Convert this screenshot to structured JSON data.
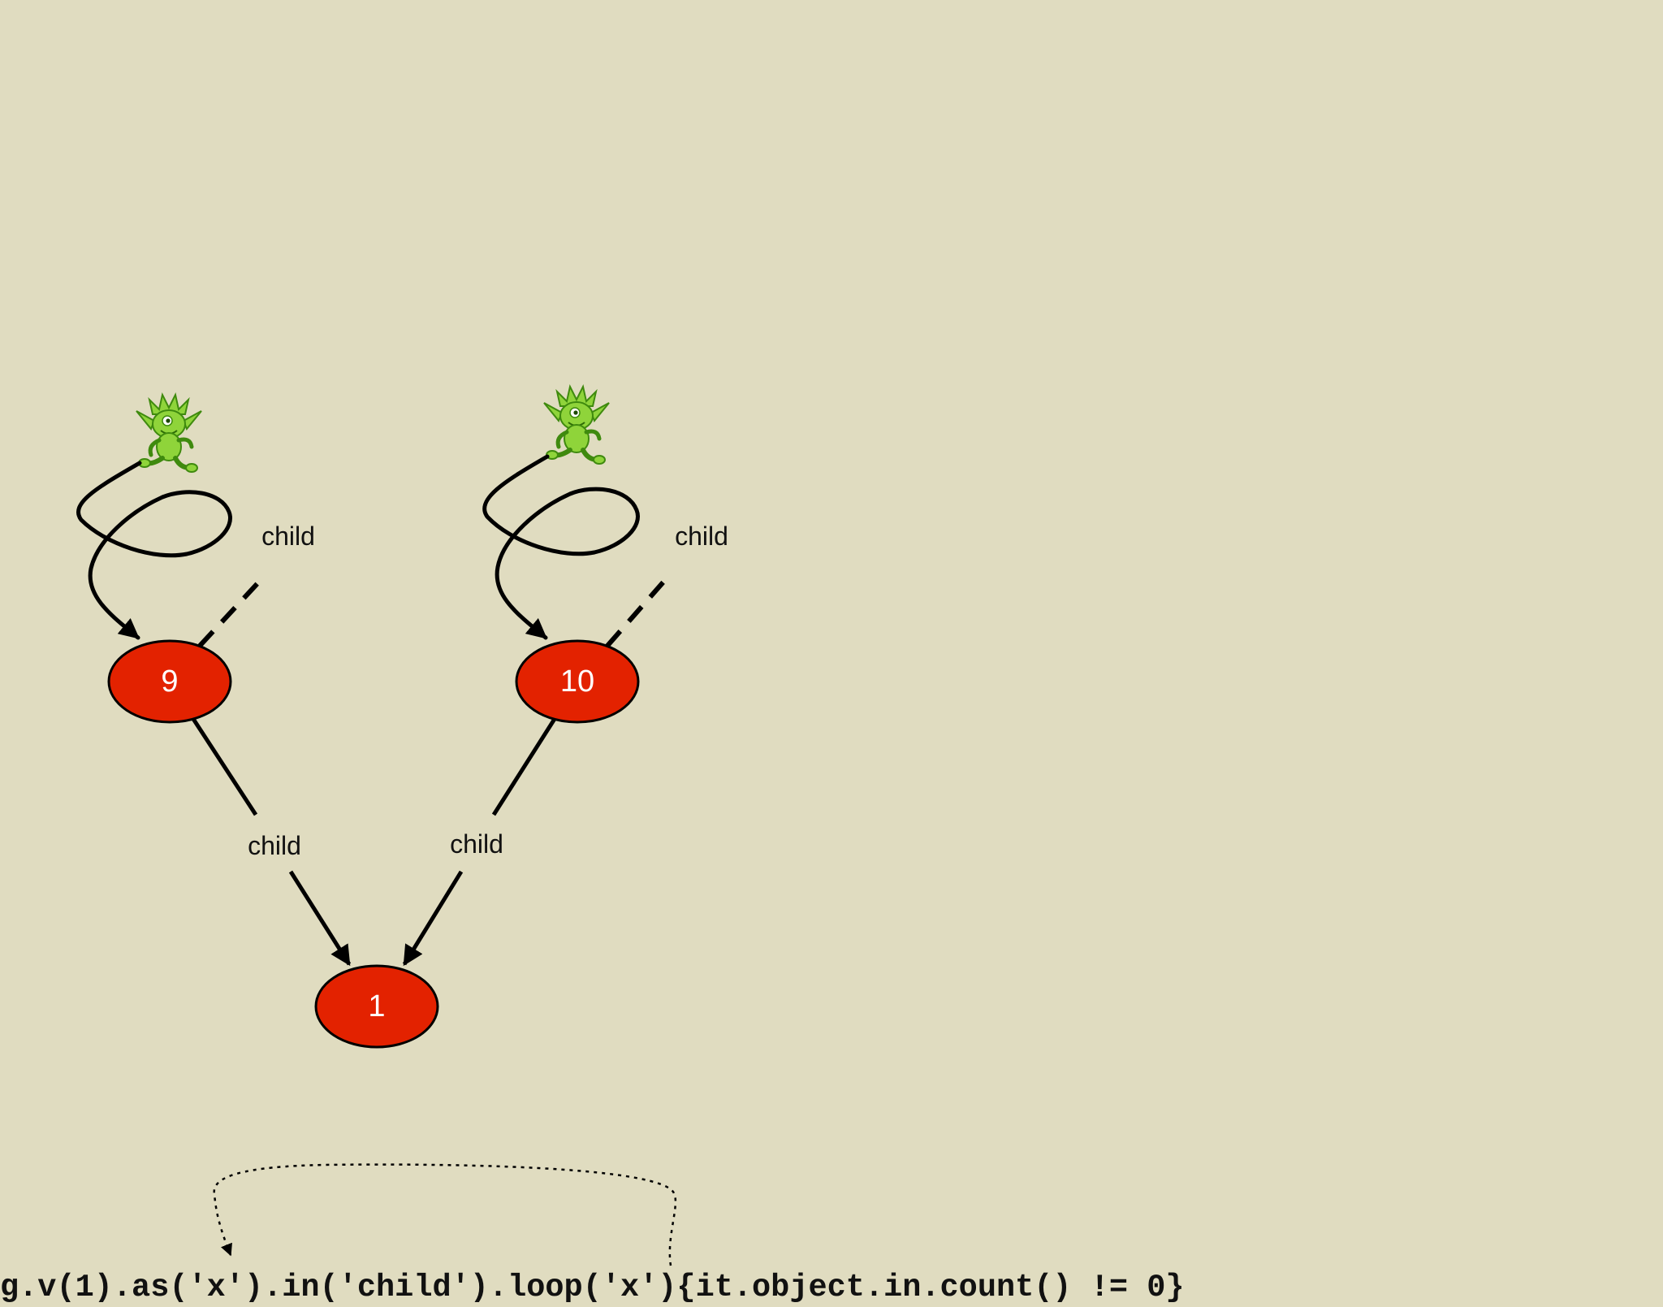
{
  "nodes": {
    "node_9": "9",
    "node_10": "10",
    "node_1": "1"
  },
  "edges": {
    "loop_9_label": "child",
    "loop_10_label": "child",
    "edge_9_to_1_label": "child",
    "edge_10_to_1_label": "child"
  },
  "query": "g.v(1).as('x').in('child').loop('x'){it.object.in.count() != 0}",
  "colors": {
    "background": "#e0dcc0",
    "node_fill": "#e32200",
    "gremlin": "#8fd43a"
  }
}
